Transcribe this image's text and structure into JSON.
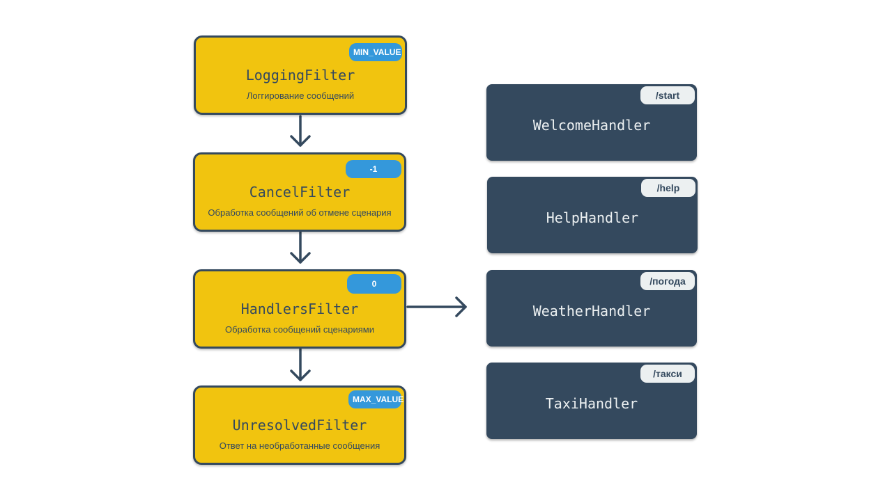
{
  "filters": [
    {
      "title": "LoggingFilter",
      "desc": "Логгирование сообщений",
      "order": "MIN_VALUE"
    },
    {
      "title": "CancelFilter",
      "desc": "Обработка сообщений об отмене сценария",
      "order": "-1"
    },
    {
      "title": "HandlersFilter",
      "desc": "Обработка сообщений сценариями",
      "order": "0"
    },
    {
      "title": "UnresolvedFilter",
      "desc": "Ответ на необработанные сообщения",
      "order": "MAX_VALUE"
    }
  ],
  "handlers": [
    {
      "title": "WelcomeHandler",
      "command": "/start"
    },
    {
      "title": "HelpHandler",
      "command": "/help"
    },
    {
      "title": "WeatherHandler",
      "command": "/погода"
    },
    {
      "title": "TaxiHandler",
      "command": "/такси"
    }
  ],
  "colors": {
    "filter_fill": "#f1c40f",
    "dark": "#34495e",
    "badge": "#3498db",
    "command_chip": "#ecf0f1"
  }
}
